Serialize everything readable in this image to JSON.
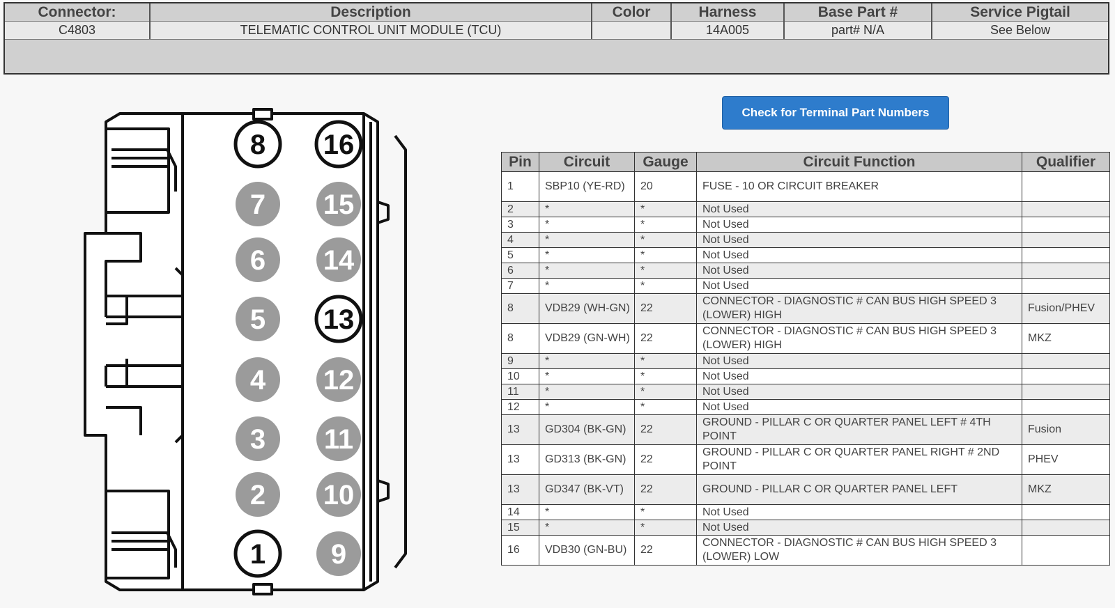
{
  "header": {
    "columns": [
      "Connector:",
      "Description",
      "Color",
      "Harness",
      "Base Part #",
      "Service Pigtail"
    ],
    "values": [
      "C4803",
      "TELEMATIC CONTROL UNIT MODULE (TCU)",
      "",
      "14A005",
      "part# N/A",
      "See Below"
    ]
  },
  "button": {
    "label": "Check for Terminal Part Numbers"
  },
  "connector": {
    "pins": [
      {
        "number": "8",
        "active": true
      },
      {
        "number": "16",
        "active": true
      },
      {
        "number": "7",
        "active": false
      },
      {
        "number": "15",
        "active": false
      },
      {
        "number": "6",
        "active": false
      },
      {
        "number": "14",
        "active": false
      },
      {
        "number": "5",
        "active": false
      },
      {
        "number": "13",
        "active": true
      },
      {
        "number": "4",
        "active": false
      },
      {
        "number": "12",
        "active": false
      },
      {
        "number": "3",
        "active": false
      },
      {
        "number": "11",
        "active": false
      },
      {
        "number": "2",
        "active": false
      },
      {
        "number": "10",
        "active": false
      },
      {
        "number": "1",
        "active": true
      },
      {
        "number": "9",
        "active": false
      }
    ]
  },
  "table": {
    "headers": [
      "Pin",
      "Circuit",
      "Gauge",
      "Circuit Function",
      "Qualifier"
    ],
    "rows": [
      {
        "pin": "1",
        "circuit": "SBP10 (YE-RD)",
        "gauge": "20",
        "function": "FUSE - 10 OR CIRCUIT BREAKER",
        "qualifier": ""
      },
      {
        "pin": "2",
        "circuit": "*",
        "gauge": "*",
        "function": "Not Used",
        "qualifier": ""
      },
      {
        "pin": "3",
        "circuit": "*",
        "gauge": "*",
        "function": "Not Used",
        "qualifier": ""
      },
      {
        "pin": "4",
        "circuit": "*",
        "gauge": "*",
        "function": "Not Used",
        "qualifier": ""
      },
      {
        "pin": "5",
        "circuit": "*",
        "gauge": "*",
        "function": "Not Used",
        "qualifier": ""
      },
      {
        "pin": "6",
        "circuit": "*",
        "gauge": "*",
        "function": "Not Used",
        "qualifier": ""
      },
      {
        "pin": "7",
        "circuit": "*",
        "gauge": "*",
        "function": "Not Used",
        "qualifier": ""
      },
      {
        "pin": "8",
        "circuit": "VDB29 (WH-GN)",
        "gauge": "22",
        "function": "CONNECTOR - DIAGNOSTIC # CAN BUS HIGH SPEED 3 (LOWER) HIGH",
        "qualifier": "Fusion/PHEV"
      },
      {
        "pin": "8",
        "circuit": "VDB29 (GN-WH)",
        "gauge": "22",
        "function": "CONNECTOR - DIAGNOSTIC # CAN BUS HIGH SPEED 3 (LOWER) HIGH",
        "qualifier": "MKZ"
      },
      {
        "pin": "9",
        "circuit": "*",
        "gauge": "*",
        "function": "Not Used",
        "qualifier": ""
      },
      {
        "pin": "10",
        "circuit": "*",
        "gauge": "*",
        "function": "Not Used",
        "qualifier": ""
      },
      {
        "pin": "11",
        "circuit": "*",
        "gauge": "*",
        "function": "Not Used",
        "qualifier": ""
      },
      {
        "pin": "12",
        "circuit": "*",
        "gauge": "*",
        "function": "Not Used",
        "qualifier": ""
      },
      {
        "pin": "13",
        "circuit": "GD304 (BK-GN)",
        "gauge": "22",
        "function": "GROUND - PILLAR C OR QUARTER PANEL LEFT # 4TH POINT",
        "qualifier": "Fusion"
      },
      {
        "pin": "13",
        "circuit": "GD313 (BK-GN)",
        "gauge": "22",
        "function": "GROUND - PILLAR C OR QUARTER PANEL RIGHT # 2ND POINT",
        "qualifier": "PHEV"
      },
      {
        "pin": "13",
        "circuit": "GD347 (BK-VT)",
        "gauge": "22",
        "function": "GROUND - PILLAR C OR QUARTER PANEL LEFT",
        "qualifier": "MKZ"
      },
      {
        "pin": "14",
        "circuit": "*",
        "gauge": "*",
        "function": "Not Used",
        "qualifier": ""
      },
      {
        "pin": "15",
        "circuit": "*",
        "gauge": "*",
        "function": "Not Used",
        "qualifier": ""
      },
      {
        "pin": "16",
        "circuit": "VDB30 (GN-BU)",
        "gauge": "22",
        "function": "CONNECTOR - DIAGNOSTIC # CAN BUS HIGH SPEED 3 (LOWER) LOW",
        "qualifier": ""
      }
    ]
  }
}
